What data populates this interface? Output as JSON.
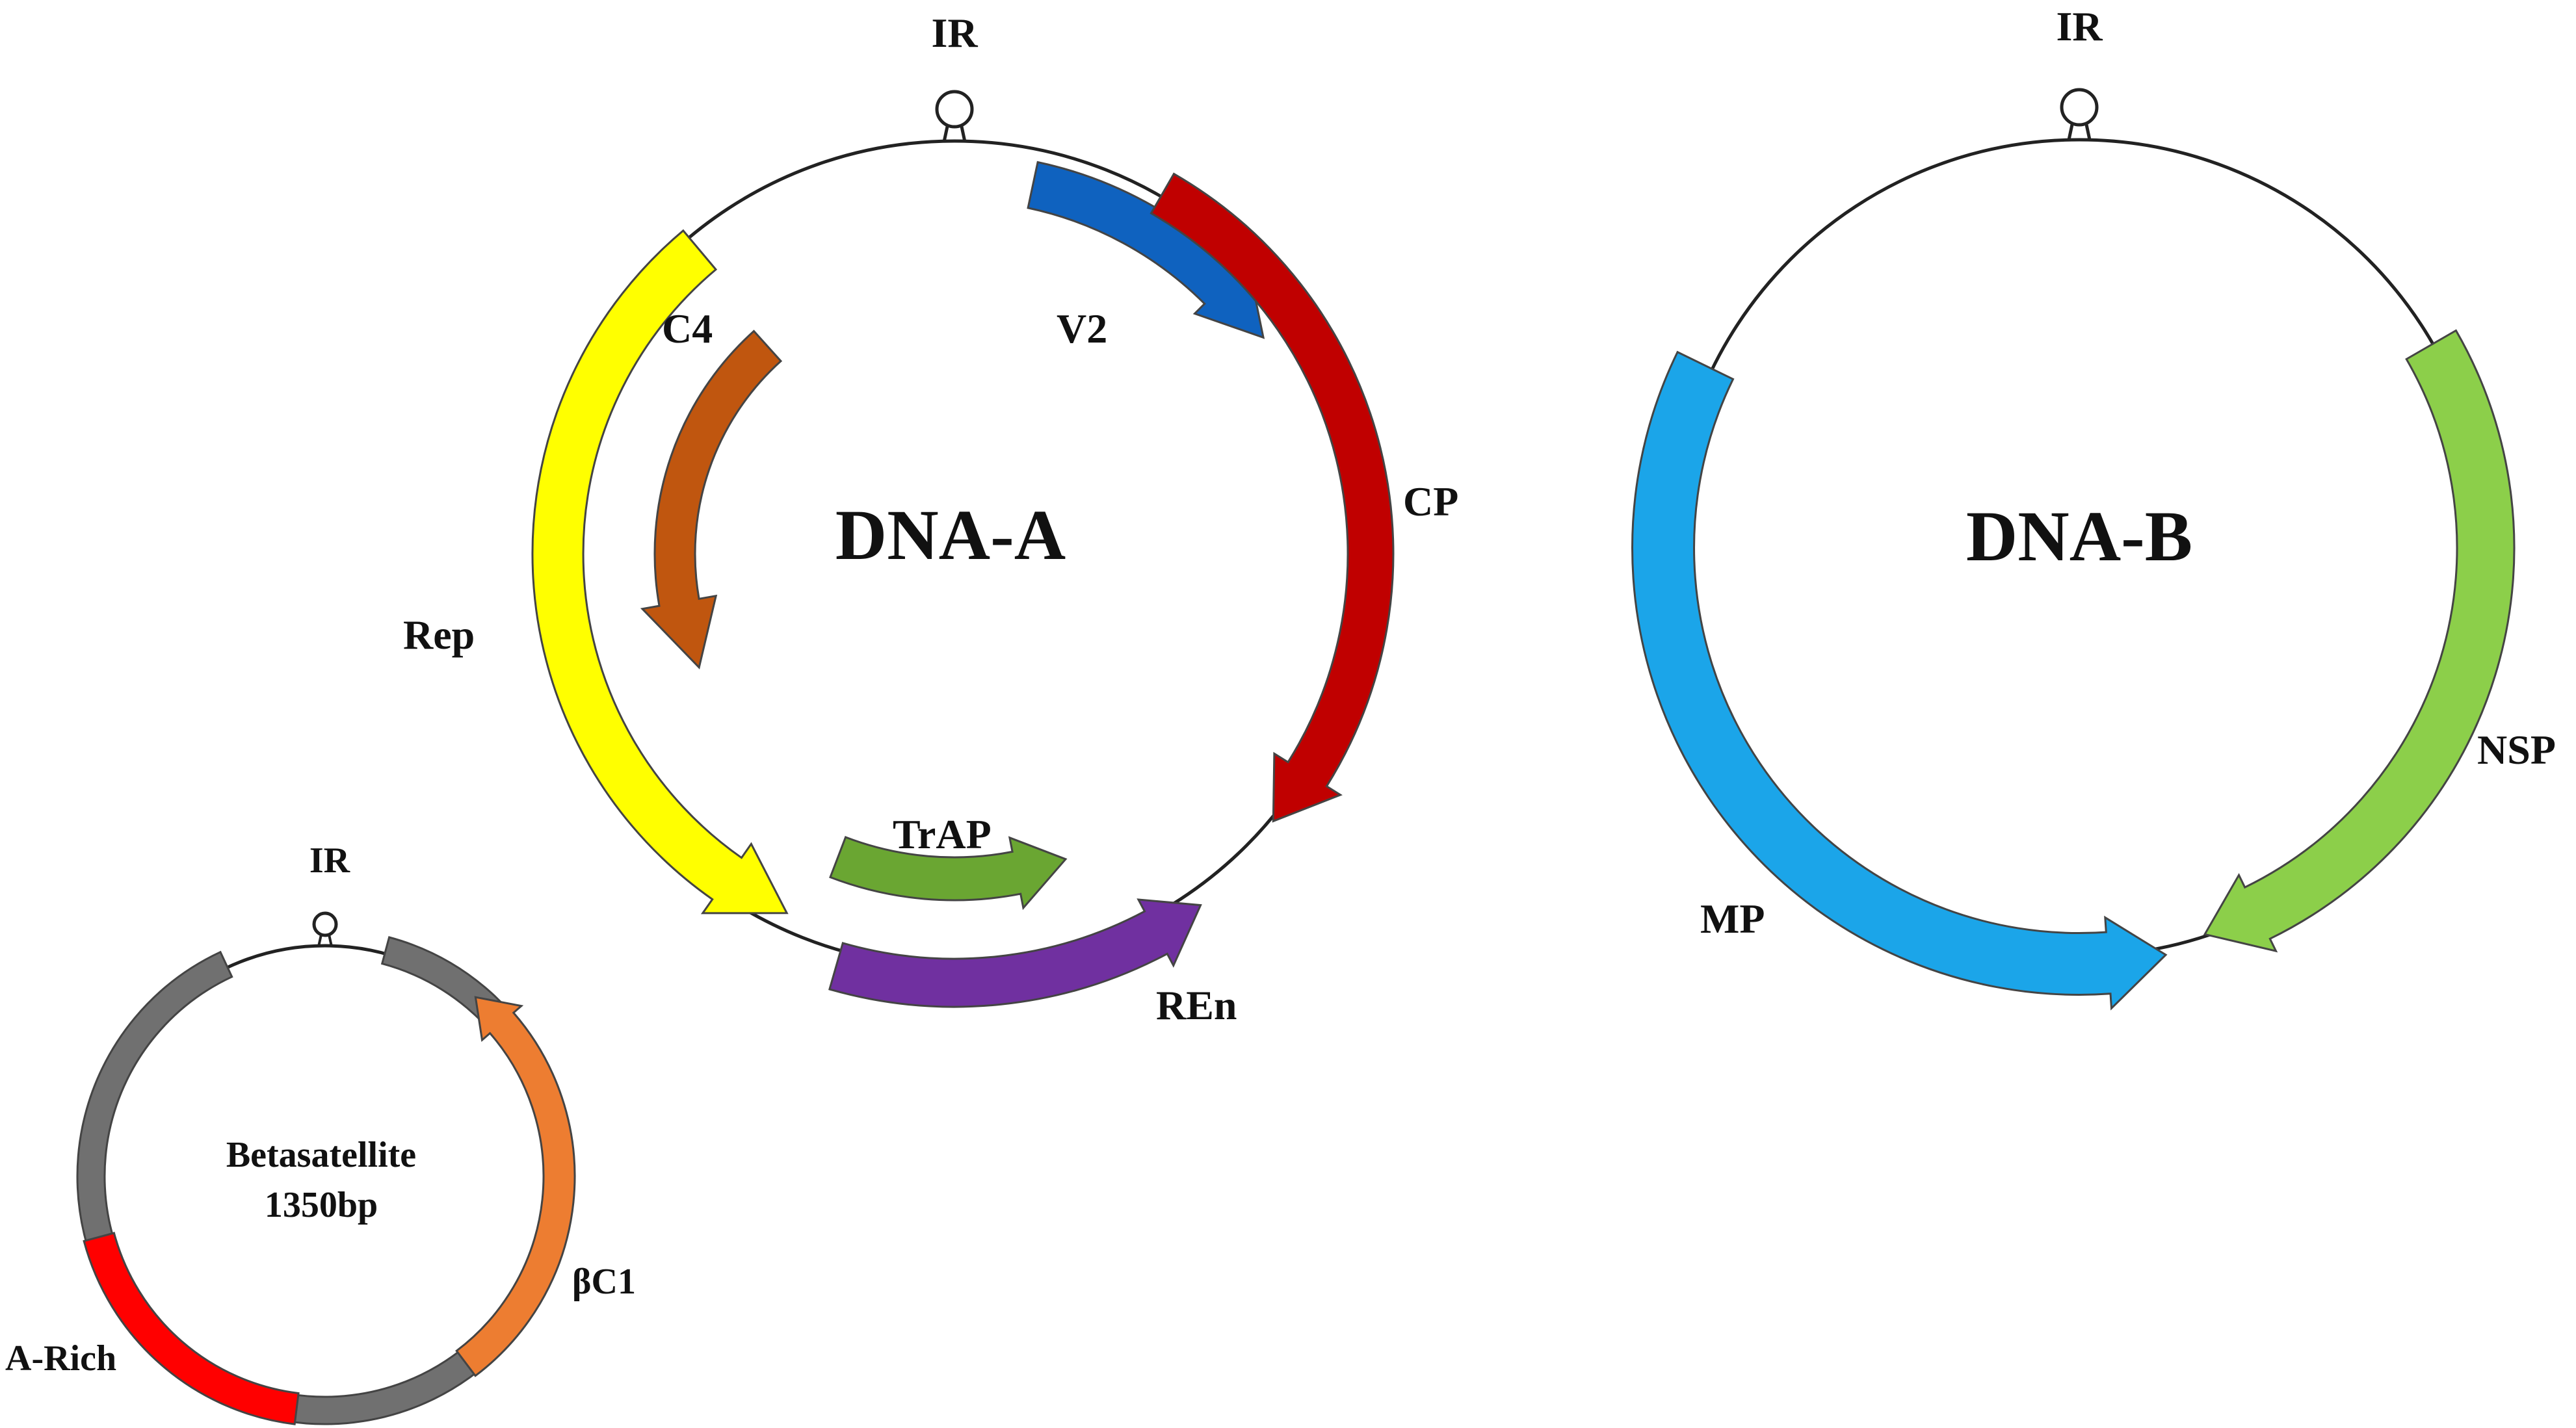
{
  "dna_a": {
    "title": "DNA-A",
    "ir": "IR",
    "genes": [
      {
        "id": "rep",
        "label": "Rep",
        "color": "#ffff00"
      },
      {
        "id": "c4",
        "label": "C4",
        "color": "#c0560f"
      },
      {
        "id": "v2",
        "label": "V2",
        "color": "#0f62bf"
      },
      {
        "id": "cp",
        "label": "CP",
        "color": "#c00000"
      },
      {
        "id": "trap",
        "label": "TrAP",
        "color": "#6aa632"
      },
      {
        "id": "ren",
        "label": "REn",
        "color": "#7030a0"
      }
    ]
  },
  "dna_b": {
    "title": "DNA-B",
    "ir": "IR",
    "genes": [
      {
        "id": "mp",
        "label": "MP",
        "color": "#1ba5e9"
      },
      {
        "id": "nsp",
        "label": "NSP",
        "color": "#8ccf4a"
      }
    ]
  },
  "betasatellite": {
    "title_line1": "Betasatellite",
    "title_line2": "1350bp",
    "ir": "IR",
    "genes": [
      {
        "id": "gray",
        "label": "",
        "color": "#707070"
      },
      {
        "id": "bc1",
        "label": "βC1",
        "color": "#ed7d31"
      },
      {
        "id": "arich",
        "label": "A-Rich",
        "color": "#ff0000"
      }
    ]
  }
}
